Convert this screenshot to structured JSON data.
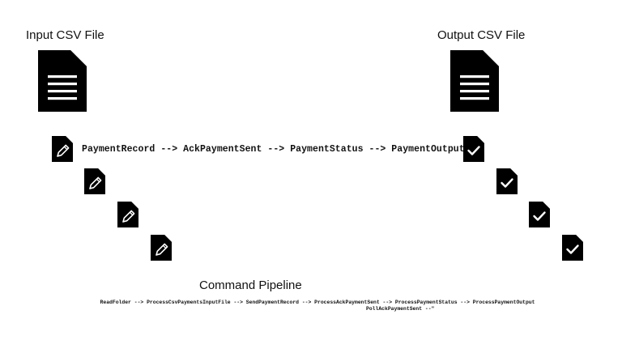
{
  "diagram": {
    "input_title": "Input CSV File",
    "output_title": "Output CSV File",
    "record_flow": "PaymentRecord --> AckPaymentSent --> PaymentStatus --> PaymentOutput",
    "pipeline_title": "Command Pipeline",
    "pipeline_line1": "ReadFolder --> ProcessCsvPaymentsInputFile --> SendPaymentRecord --> ProcessAckPaymentSent --> ProcessPaymentStatus --> ProcessPaymentOutput",
    "pipeline_line2": "PollAckPaymentSent --\""
  },
  "colors": {
    "input_blue": "#6fbcea",
    "input_blue_fold": "#a9d8f4",
    "output_green": "#72c06b",
    "output_green_fold": "#a8dca3",
    "text": "#111111"
  },
  "icons": {
    "input_file": "document-lines-icon",
    "output_file": "document-lines-icon",
    "record": "document-pencil-icon",
    "completed_record": "document-check-icon"
  }
}
